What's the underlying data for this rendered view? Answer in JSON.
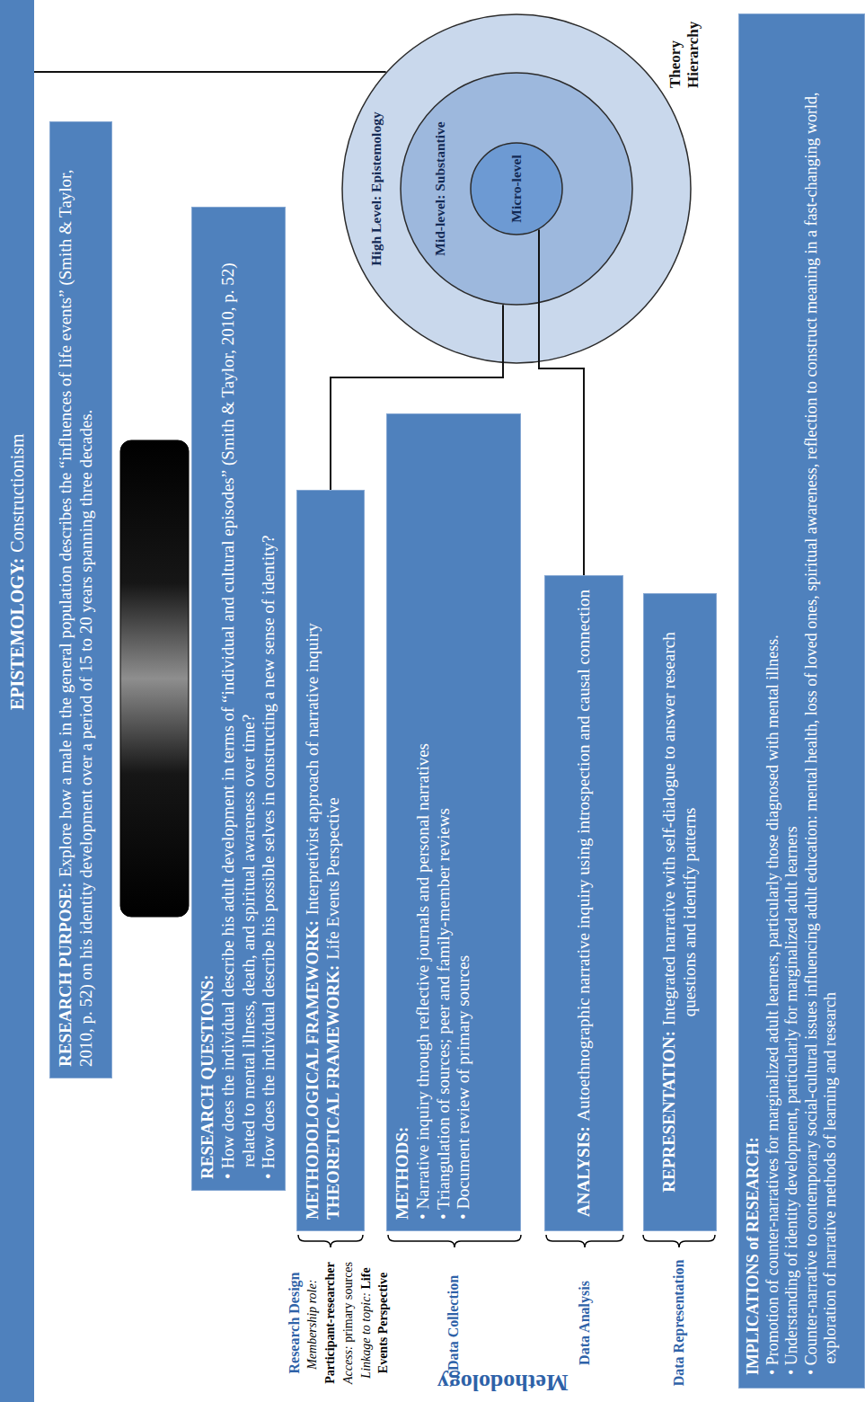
{
  "diagram": {
    "nodes": [
      {
        "text": [
          "EPISTEMOLOGY:",
          "Constructionism"
        ]
      },
      {
        "text": [
          "RESEARCH PURPOSE:",
          "Explore how a male in the general population describes the “influences of life events” (Smith & Taylor, 2010, p. 52) on his identity development over a period of 15 to 20 years spanning three decades."
        ]
      },
      {
        "text": [
          "RESEARCH QUESTIONS:",
          "• How does the individual describe his adult development in terms of “individual and cultural episodes” (Smith & Taylor, 2010, p. 52) related to mental illness, death, and spiritual awareness over time?",
          "• How does the individual describe his possible selves in constructing a new sense of identity?"
        ]
      },
      {
        "text": [
          "METHODOLOGICAL FRAMEWORK:",
          "Interpretivist approach of narrative inquiry",
          "THEORETICAL FRAMEWORK:",
          "Life Events Perspective"
        ]
      },
      {
        "text": [
          "High Level: Epistemology"
        ]
      },
      {
        "text": [
          "Mid-level: Substantive"
        ],
        "in": 4
      },
      {
        "text": [
          "Micro-level"
        ],
        "in": 5
      },
      {
        "text": [
          "METHODS:",
          "• Narrative inquiry through reflective journals and personal narratives",
          "• Triangulation of sources; peer and family-member reviews",
          "• Document review of primary sources"
        ]
      },
      {
        "text": [
          "ANALYSIS:",
          "Autoethnographic narrative inquiry using introspection and causal connection"
        ]
      },
      {
        "text": [
          "REPRESENTATION:",
          "Integrated narrative with self-dialogue to answer research questions and identify patterns"
        ]
      },
      {
        "text": [
          "IMPLICATIONS of RESEARCH:",
          "• Promotion of counter-narratives for marginalized adult learners, particularly those diagnosed with mental illness.",
          "• Understanding of identity development, particularly for marginalized adult learners",
          "• Counter-narrative to contemporary social-cultural issues influencing adult education: mental health, loss of loved ones, spiritual awareness, reflection to construct meaning in a fast-changing world, exploration of narrative methods of learning and research"
        ]
      }
    ],
    "edges": [
      {
        "from": 0,
        "to": 4,
        "arrow": "none"
      },
      {
        "from": 5,
        "to": 3,
        "arrow": "none"
      },
      {
        "from": 6,
        "to": 8,
        "arrow": "none"
      }
    ],
    "labels": [
      "Methodology",
      "Research Design",
      "Membership role:",
      "Participant-researcher",
      "Access:",
      "primary sources",
      "Linkage to topic:",
      "Life Events Perspective",
      "Data Collection",
      "Data Analysis",
      "Data Representation",
      "Theory Hierarchy"
    ]
  }
}
